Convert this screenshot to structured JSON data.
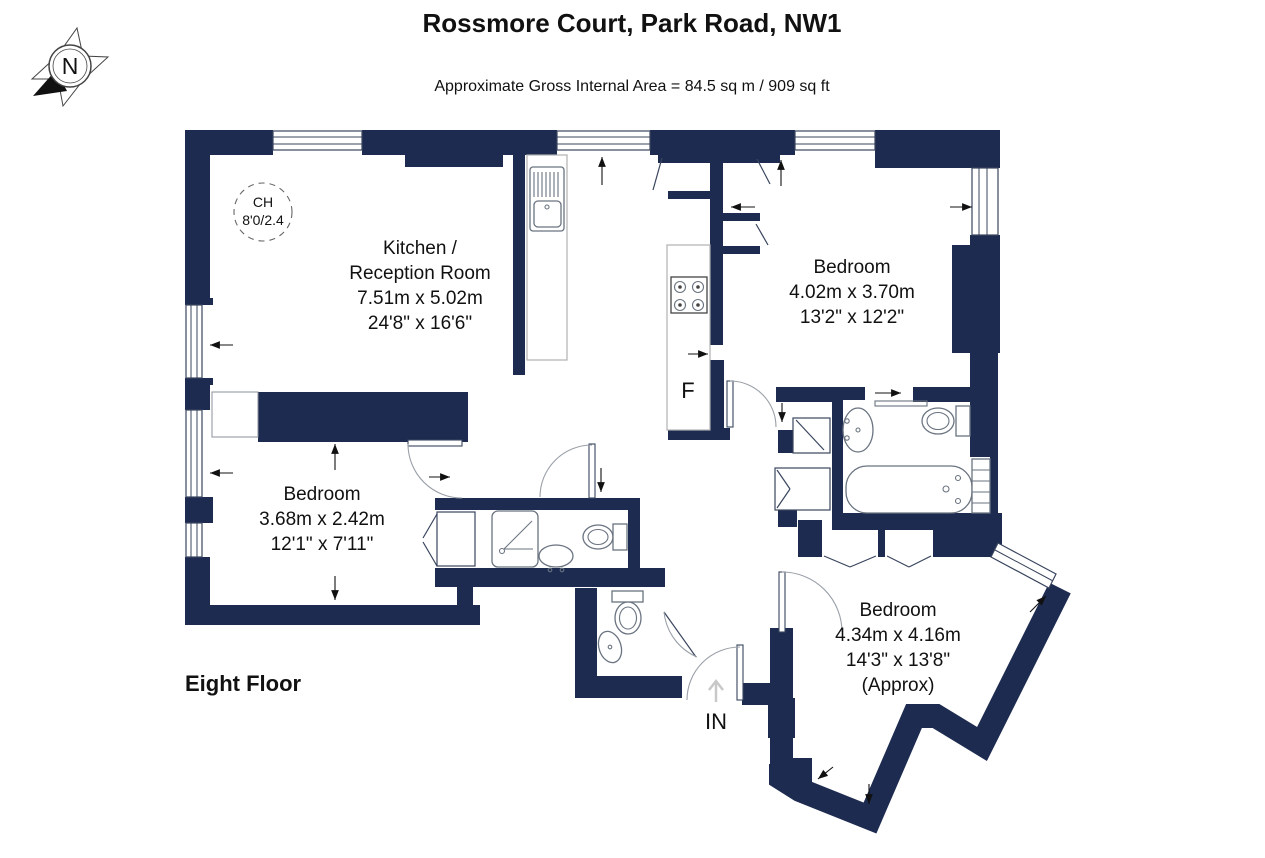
{
  "header": {
    "title": "Rossmore Court, Park Road, NW1",
    "subtitle": "Approximate Gross Internal Area = 84.5 sq m / 909 sq ft"
  },
  "compass": {
    "label": "N"
  },
  "floor_label": "Eight Floor",
  "ceiling_height": {
    "line1": "CH",
    "line2": "8'0/2.4"
  },
  "rooms": {
    "kitchen_reception": {
      "name_line1": "Kitchen /",
      "name_line2": "Reception Room",
      "size_metric": "7.51m x 5.02m",
      "size_imperial": "24'8\" x 16'6\""
    },
    "bedroom_right": {
      "name": "Bedroom",
      "size_metric": "4.02m x 3.70m",
      "size_imperial": "13'2\" x 12'2\""
    },
    "bedroom_left": {
      "name": "Bedroom",
      "size_metric": "3.68m x 2.42m",
      "size_imperial": "12'1\" x 7'11\""
    },
    "bedroom_bottom": {
      "name": "Bedroom",
      "size_metric": "4.34m x 4.16m",
      "size_imperial": "14'3\" x 13'8\"",
      "approx_note": "(Approx)"
    }
  },
  "annotations": {
    "fridge": "F",
    "entrance": "IN"
  },
  "colors": {
    "wall": "#1d2b50",
    "background": "#ffffff",
    "text": "#111111"
  }
}
